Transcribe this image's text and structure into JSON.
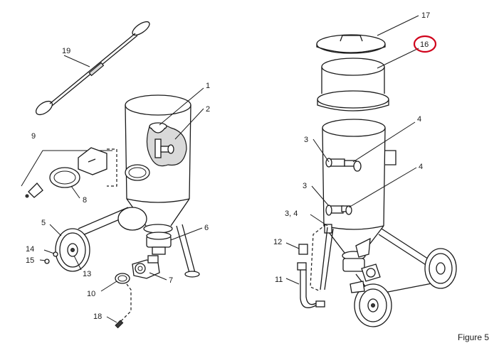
{
  "figure": {
    "caption": "Figure 5",
    "highlight_color": "#d0021b",
    "line_color": "#1a1a1a"
  },
  "callouts": {
    "c1": "1",
    "c2": "2",
    "c3a": "3",
    "c3b": "3",
    "c34": "3, 4",
    "c4a": "4",
    "c4b": "4",
    "c5": "5",
    "c6": "6",
    "c7": "7",
    "c8": "8",
    "c9": "9",
    "c10": "10",
    "c11": "11",
    "c12": "12",
    "c13": "13",
    "c14": "14",
    "c15": "15",
    "c16": "16",
    "c17": "17",
    "c18": "18",
    "c19": "19"
  }
}
